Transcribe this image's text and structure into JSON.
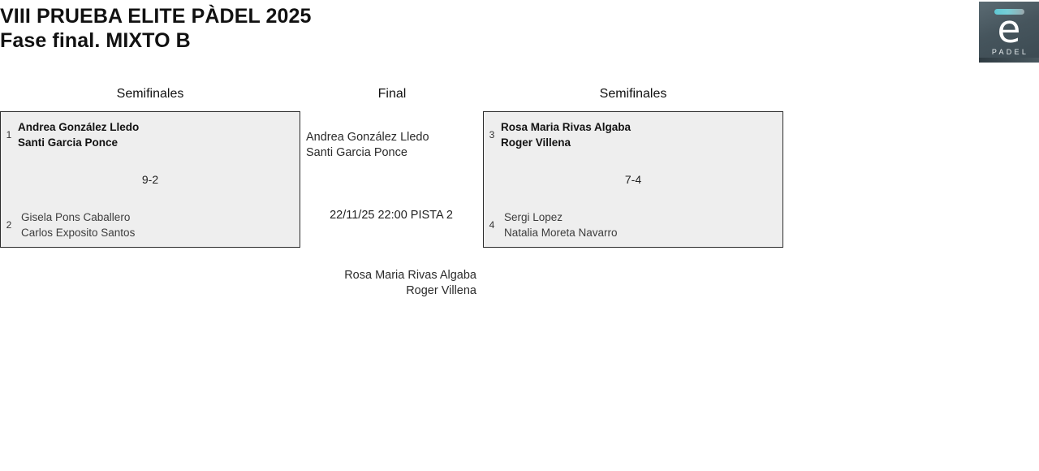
{
  "header": {
    "title_line1": "VIII PRUEBA ELITE PÀDEL 2025",
    "title_line2": "Fase final. MIXTO B"
  },
  "logo": {
    "letter": "e",
    "wordmark": "PADEL",
    "accent_color": "#5fc8d4",
    "background_color": "#46555d"
  },
  "rounds": {
    "left_label": "Semifinales",
    "center_label": "Final",
    "right_label": "Semifinales"
  },
  "brackets": {
    "left_semifinal": {
      "top": {
        "seed": "1",
        "player1": "Andrea González Lledo",
        "player2": "Santi Garcia Ponce"
      },
      "score": "9-2",
      "bottom": {
        "seed": "2",
        "player1": "Gisela Pons Caballero",
        "player2": "Carlos Exposito Santos"
      }
    },
    "right_semifinal": {
      "top": {
        "seed": "3",
        "player1": "Rosa Maria Rivas Algaba",
        "player2": "Roger Villena"
      },
      "score": "7-4",
      "bottom": {
        "seed": "4",
        "player1": "Sergi Lopez",
        "player2": "Natalia Moreta Navarro"
      }
    },
    "final": {
      "top": {
        "player1": "Andrea González Lledo",
        "player2": "Santi Garcia Ponce"
      },
      "match_info": "22/11/25 22:00 PISTA 2",
      "bottom": {
        "player1": "Rosa Maria Rivas Algaba",
        "player2": "Roger Villena"
      }
    }
  }
}
